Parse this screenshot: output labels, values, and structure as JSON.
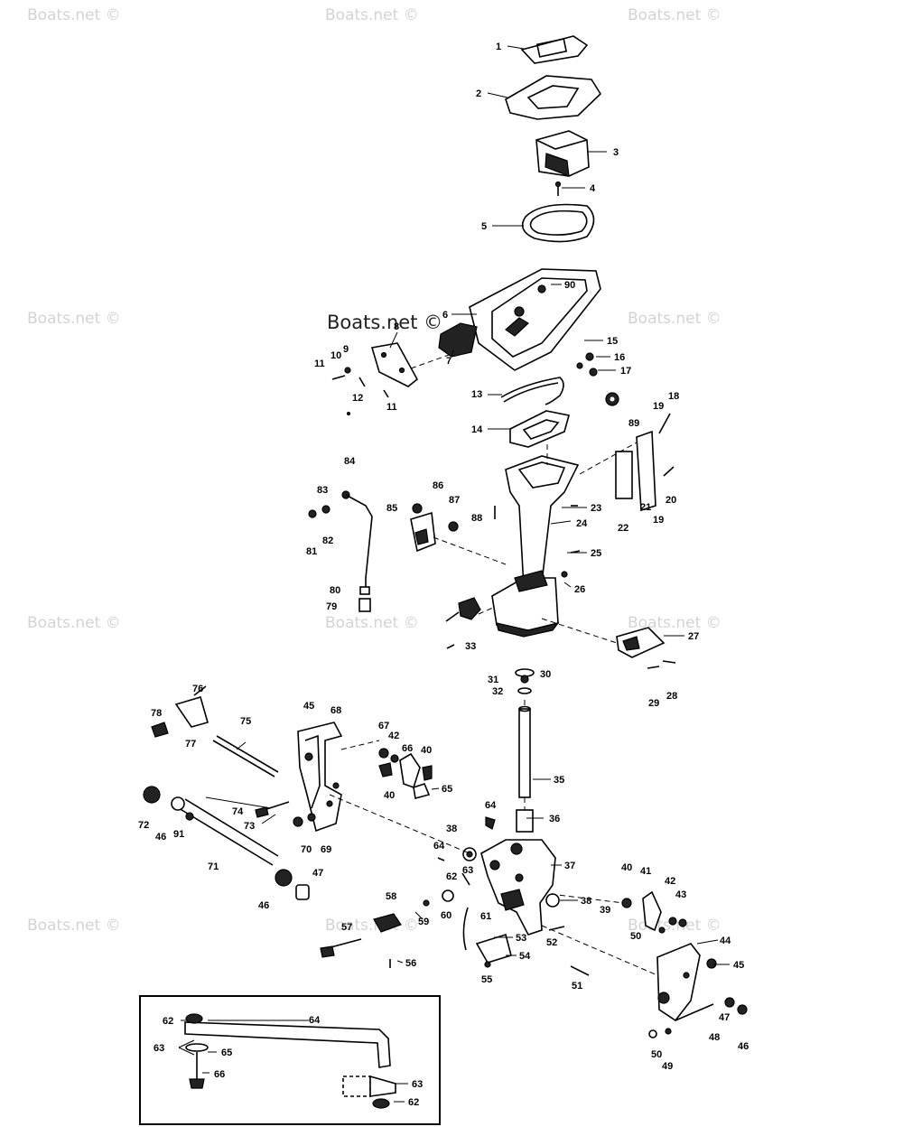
{
  "watermarks": {
    "main": "Boats.net ©",
    "repeat": "Boats.net ©"
  },
  "callouts": {
    "c1": "1",
    "c2": "2",
    "c3": "3",
    "c4": "4",
    "c5": "5",
    "c6": "6",
    "c7": "7",
    "c8": "8",
    "c9": "9",
    "c10": "10",
    "c11a": "11",
    "c11b": "11",
    "c12": "12",
    "c13": "13",
    "c14": "14",
    "c15": "15",
    "c16": "16",
    "c17": "17",
    "c18": "18",
    "c19a": "19",
    "c19b": "19",
    "c20": "20",
    "c21": "21",
    "c22": "22",
    "c23": "23",
    "c24": "24",
    "c25": "25",
    "c26": "26",
    "c27": "27",
    "c28": "28",
    "c29": "29",
    "c30": "30",
    "c31": "31",
    "c32": "32",
    "c33": "33",
    "c35": "35",
    "c36": "36",
    "c37": "37",
    "c38a": "38",
    "c38b": "38",
    "c39": "39",
    "c40a": "40",
    "c40b": "40",
    "c40c": "40",
    "c41": "41",
    "c42a": "42",
    "c42b": "42",
    "c43": "43",
    "c44": "44",
    "c45a": "45",
    "c45b": "45",
    "c46a": "46",
    "c46b": "46",
    "c46c": "46",
    "c47a": "47",
    "c47b": "47",
    "c48": "48",
    "c49": "49",
    "c50a": "50",
    "c50b": "50",
    "c51": "51",
    "c52": "52",
    "c53": "53",
    "c54": "54",
    "c55": "55",
    "c56": "56",
    "c57": "57",
    "c58": "58",
    "c59": "59",
    "c60": "60",
    "c61": "61",
    "c62a": "62",
    "c62b": "62",
    "c62c": "62",
    "c63a": "63",
    "c63b": "63",
    "c63c": "63",
    "c64a": "64",
    "c64b": "64",
    "c64c": "64",
    "c65a": "65",
    "c65b": "65",
    "c66a": "66",
    "c66b": "66",
    "c67": "67",
    "c68": "68",
    "c69": "69",
    "c70": "70",
    "c71": "71",
    "c72": "72",
    "c73": "73",
    "c74": "74",
    "c75": "75",
    "c76": "76",
    "c77": "77",
    "c78": "78",
    "c79": "79",
    "c80": "80",
    "c81": "81",
    "c82": "82",
    "c83": "83",
    "c84": "84",
    "c85": "85",
    "c86": "86",
    "c87": "87",
    "c88": "88",
    "c89": "89",
    "c90": "90",
    "c91": "91"
  }
}
